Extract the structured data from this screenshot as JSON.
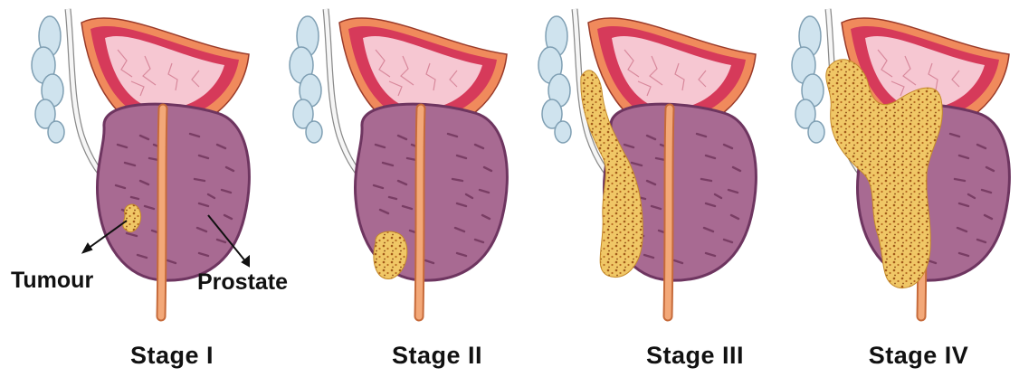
{
  "labels": {
    "tumour": "Tumour",
    "prostate": "Prostate"
  },
  "stages": [
    {
      "label": "Stage I"
    },
    {
      "label": "Stage II"
    },
    {
      "label": "Stage III"
    },
    {
      "label": "Stage IV"
    }
  ],
  "colors": {
    "background": "#ffffff",
    "prostate_fill": "#a86a92",
    "prostate_edge": "#6e3560",
    "prostate_striation": "#6a2f55",
    "bladder_outer": "#f08a5c",
    "bladder_wall": "#d63a5a",
    "bladder_lining": "#f6c7d2",
    "urethra": "#f3a878",
    "urethra_edge": "#c66a3a",
    "seminal_vesicle": "#cfe3ee",
    "tumour_fill": "#f0c766",
    "tumour_dot": "#a35a1a",
    "arrow": "#111111"
  }
}
